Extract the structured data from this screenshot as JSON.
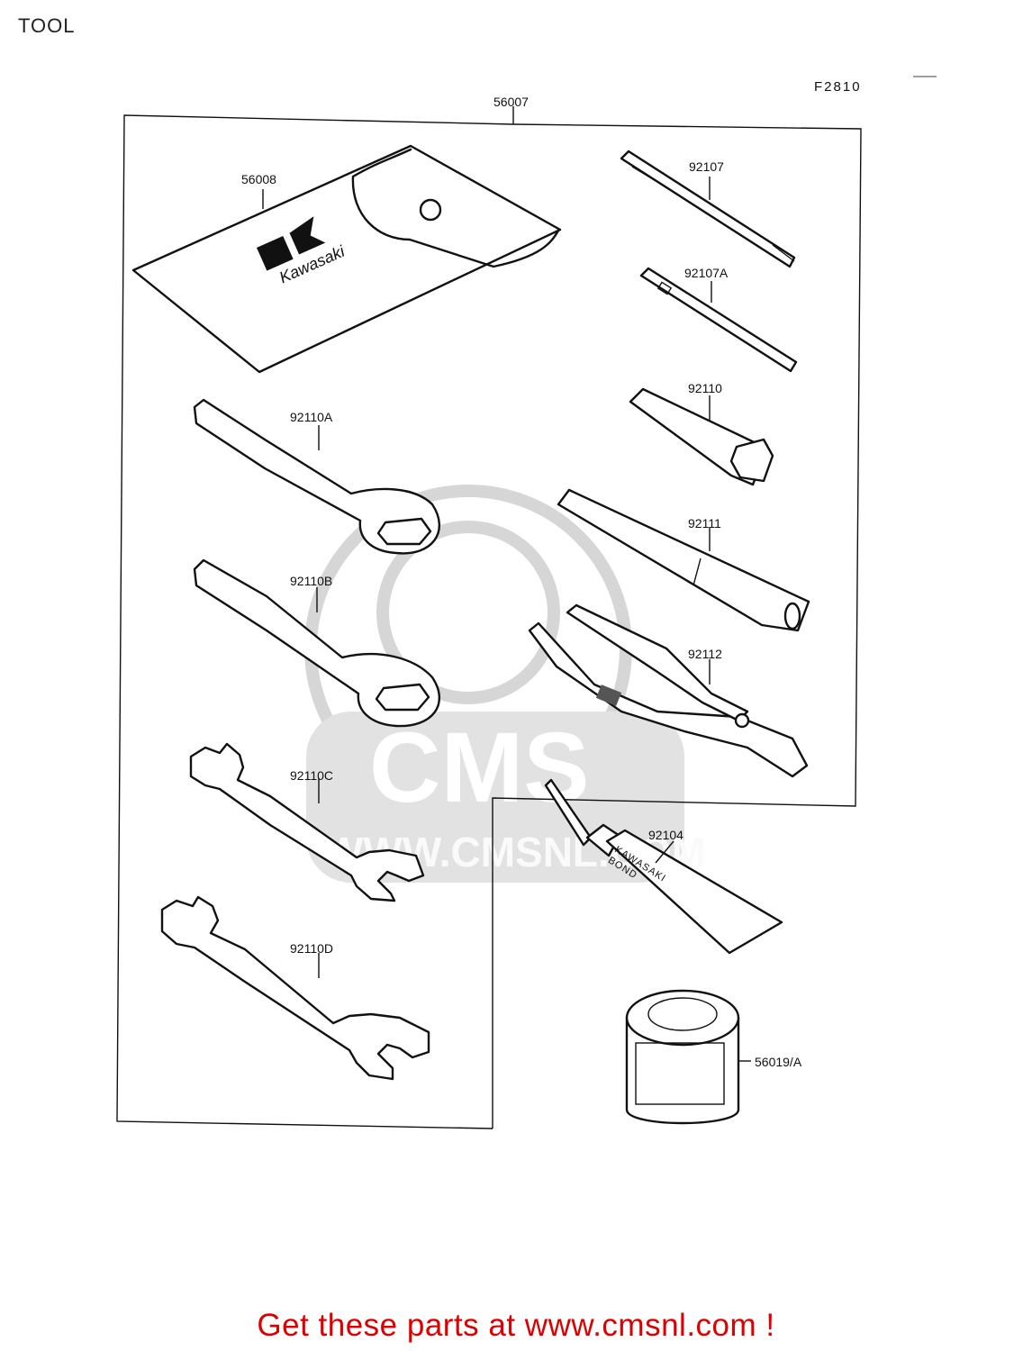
{
  "page": {
    "title": "TOOL",
    "figure_code": "F2810",
    "footer": "Get these parts at www.cmsnl.com !"
  },
  "watermark": {
    "brand": "CMS",
    "url": "WWW.CMSNL.COM"
  },
  "parts": {
    "kit": "56007",
    "pouch": "56008",
    "screwdriver": "92107",
    "screwdriver_a": "92107A",
    "box_wrench_socket": "92110",
    "ring_wrench_a": "92110A",
    "ring_wrench_b": "92110B",
    "open_wrench_c": "92110C",
    "open_wrench_d": "92110D",
    "handle_bar": "92111",
    "pliers": "92112",
    "bond_tube": "92104",
    "grease_can": "56019/A"
  },
  "product_print": {
    "pouch_logo": "Kawasaki",
    "tube_line1": "KAWASAKI",
    "tube_line2": "BOND"
  }
}
